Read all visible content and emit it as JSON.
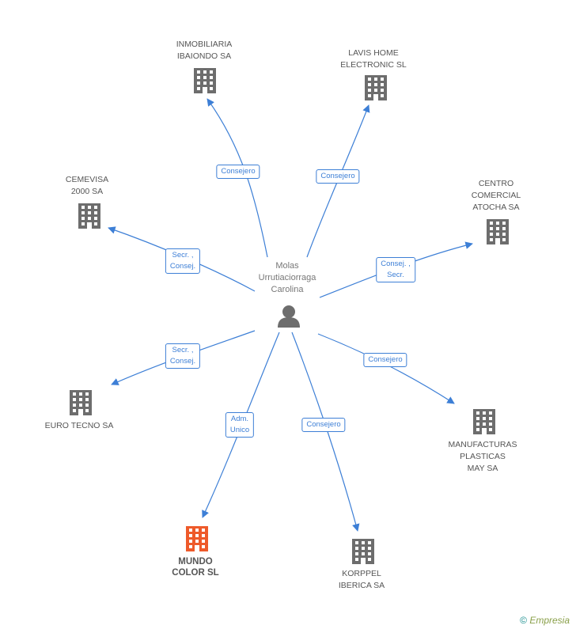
{
  "center": {
    "name_lines": [
      "Molas",
      "Urrutiaciorraga",
      "Carolina"
    ],
    "icon": "person-icon"
  },
  "colors": {
    "edge": "#3d7fd6",
    "building": "#6d6d6d",
    "building_highlight": "#ee5a2a",
    "person": "#6d6d6d"
  },
  "companies": [
    {
      "id": "inmobiliaria-ibaiondo",
      "lines": [
        "INMOBILIARIA",
        "IBAIONDO SA"
      ],
      "relation": [
        "Consejero"
      ],
      "highlight": false
    },
    {
      "id": "lavis-home",
      "lines": [
        "LAVIS HOME",
        "ELECTRONIC SL"
      ],
      "relation": [
        "Consejero"
      ],
      "highlight": false
    },
    {
      "id": "cemevisa",
      "lines": [
        "CEMEVISA",
        "2000 SA"
      ],
      "relation": [
        "Secr. ,",
        "Consej."
      ],
      "highlight": false
    },
    {
      "id": "centro-comercial",
      "lines": [
        "CENTRO",
        "COMERCIAL",
        "ATOCHA SA"
      ],
      "relation": [
        "Consej. ,",
        "Secr."
      ],
      "highlight": false
    },
    {
      "id": "euro-tecno",
      "lines": [
        "EURO TECNO SA"
      ],
      "relation": [
        "Secr. ,",
        "Consej."
      ],
      "highlight": false
    },
    {
      "id": "manufacturas",
      "lines": [
        "MANUFACTURAS",
        "PLASTICAS",
        "MAY SA"
      ],
      "relation": [
        "Consejero"
      ],
      "highlight": false
    },
    {
      "id": "mundo-color",
      "lines": [
        "MUNDO",
        "COLOR SL"
      ],
      "relation": [
        "Adm.",
        "Unico"
      ],
      "highlight": true
    },
    {
      "id": "korppel",
      "lines": [
        "KORPPEL",
        "IBERICA SA"
      ],
      "relation": [
        "Consejero"
      ],
      "highlight": false
    }
  ],
  "footer": {
    "copyright": "©",
    "brand": "Empresia"
  }
}
